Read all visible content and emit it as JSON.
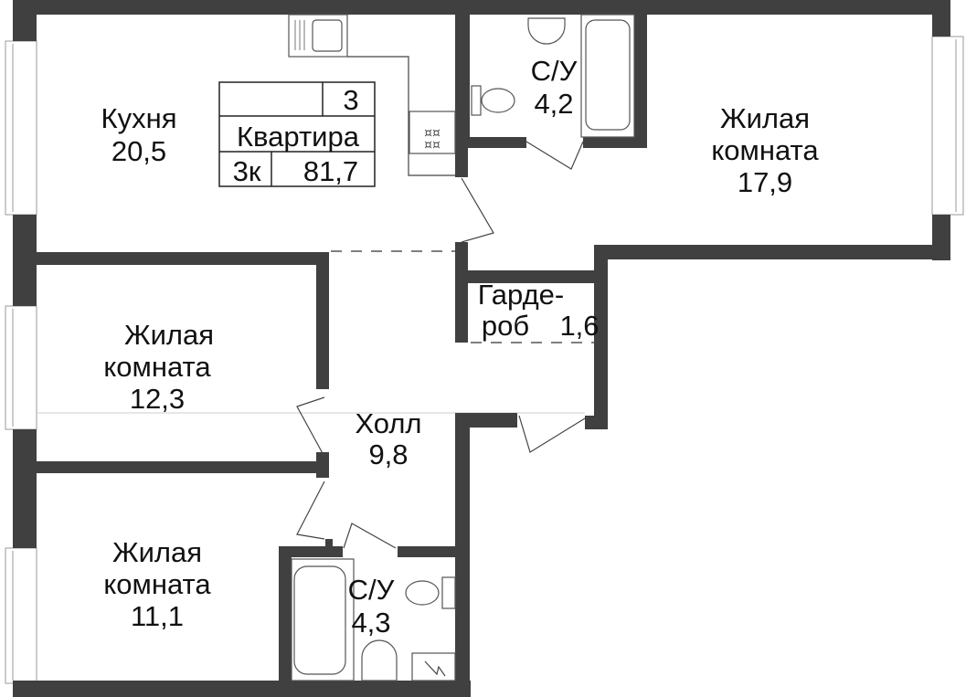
{
  "apartment": {
    "number": "3",
    "title": "Квартира",
    "type": "3к",
    "total_area": "81,7"
  },
  "rooms": {
    "kitchen": {
      "name": "Кухня",
      "area": "20,5"
    },
    "bath1": {
      "name": "С/У",
      "area": "4,2"
    },
    "bedroom_large": {
      "name_1": "Жилая",
      "name_2": "комната",
      "area": "17,9"
    },
    "wardrobe": {
      "name_1": "Гарде-",
      "name_2": "роб",
      "area": "1,6"
    },
    "bedroom_mid": {
      "name_1": "Жилая",
      "name_2": "комната",
      "area": "12,3"
    },
    "hall": {
      "name": "Холл",
      "area": "9,8"
    },
    "bedroom_small": {
      "name_1": "Жилая",
      "name_2": "комната",
      "area": "11,1"
    },
    "bath2": {
      "name": "С/У",
      "area": "4,3"
    }
  },
  "colors": {
    "wall": "#404040"
  }
}
